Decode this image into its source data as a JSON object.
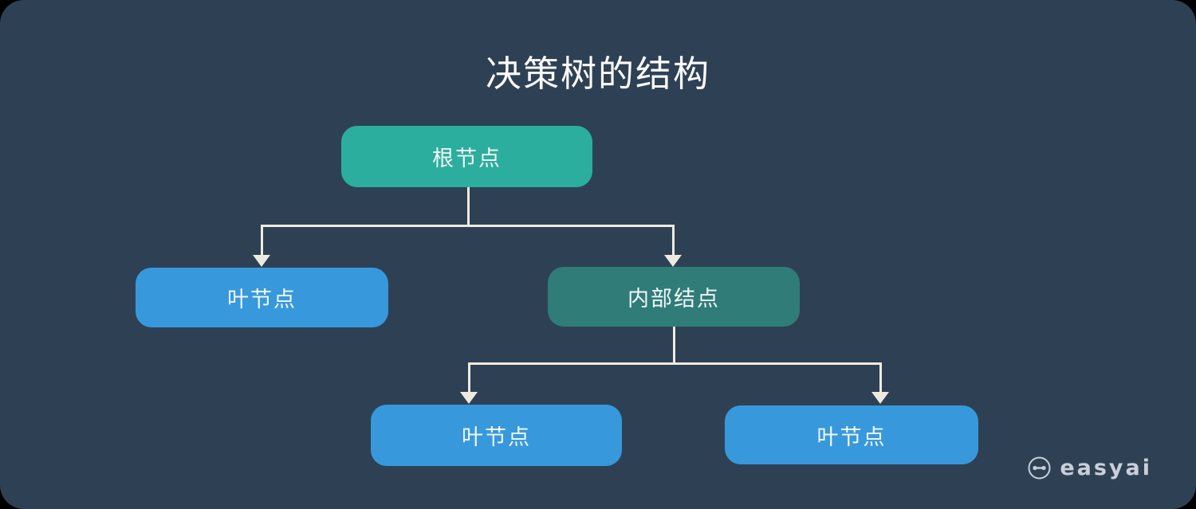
{
  "title": "决策树的结构",
  "diagram": {
    "type": "tree",
    "nodes": [
      {
        "id": "root",
        "label": "根节点",
        "role": "root"
      },
      {
        "id": "leaf-left",
        "label": "叶节点",
        "role": "leaf"
      },
      {
        "id": "internal",
        "label": "内部结点",
        "role": "internal"
      },
      {
        "id": "leaf-bottom-left",
        "label": "叶节点",
        "role": "leaf"
      },
      {
        "id": "leaf-bottom-right",
        "label": "叶节点",
        "role": "leaf"
      }
    ],
    "edges": [
      {
        "from": "root",
        "to": "leaf-left"
      },
      {
        "from": "root",
        "to": "internal"
      },
      {
        "from": "internal",
        "to": "leaf-bottom-left"
      },
      {
        "from": "internal",
        "to": "leaf-bottom-right"
      }
    ]
  },
  "colors": {
    "page_background": "#000000",
    "canvas_background": "#2E4154",
    "root_node": "#2BAE9D",
    "internal_node": "#2F7C79",
    "leaf_node": "#3799DC",
    "connector": "#EFEAE0",
    "title_text": "#FAFAFA",
    "node_text": "#F2F7F7",
    "logo_text": "#C9CEDA"
  },
  "logo": {
    "brand": "easyai",
    "icon": "easyai-robot-icon"
  }
}
